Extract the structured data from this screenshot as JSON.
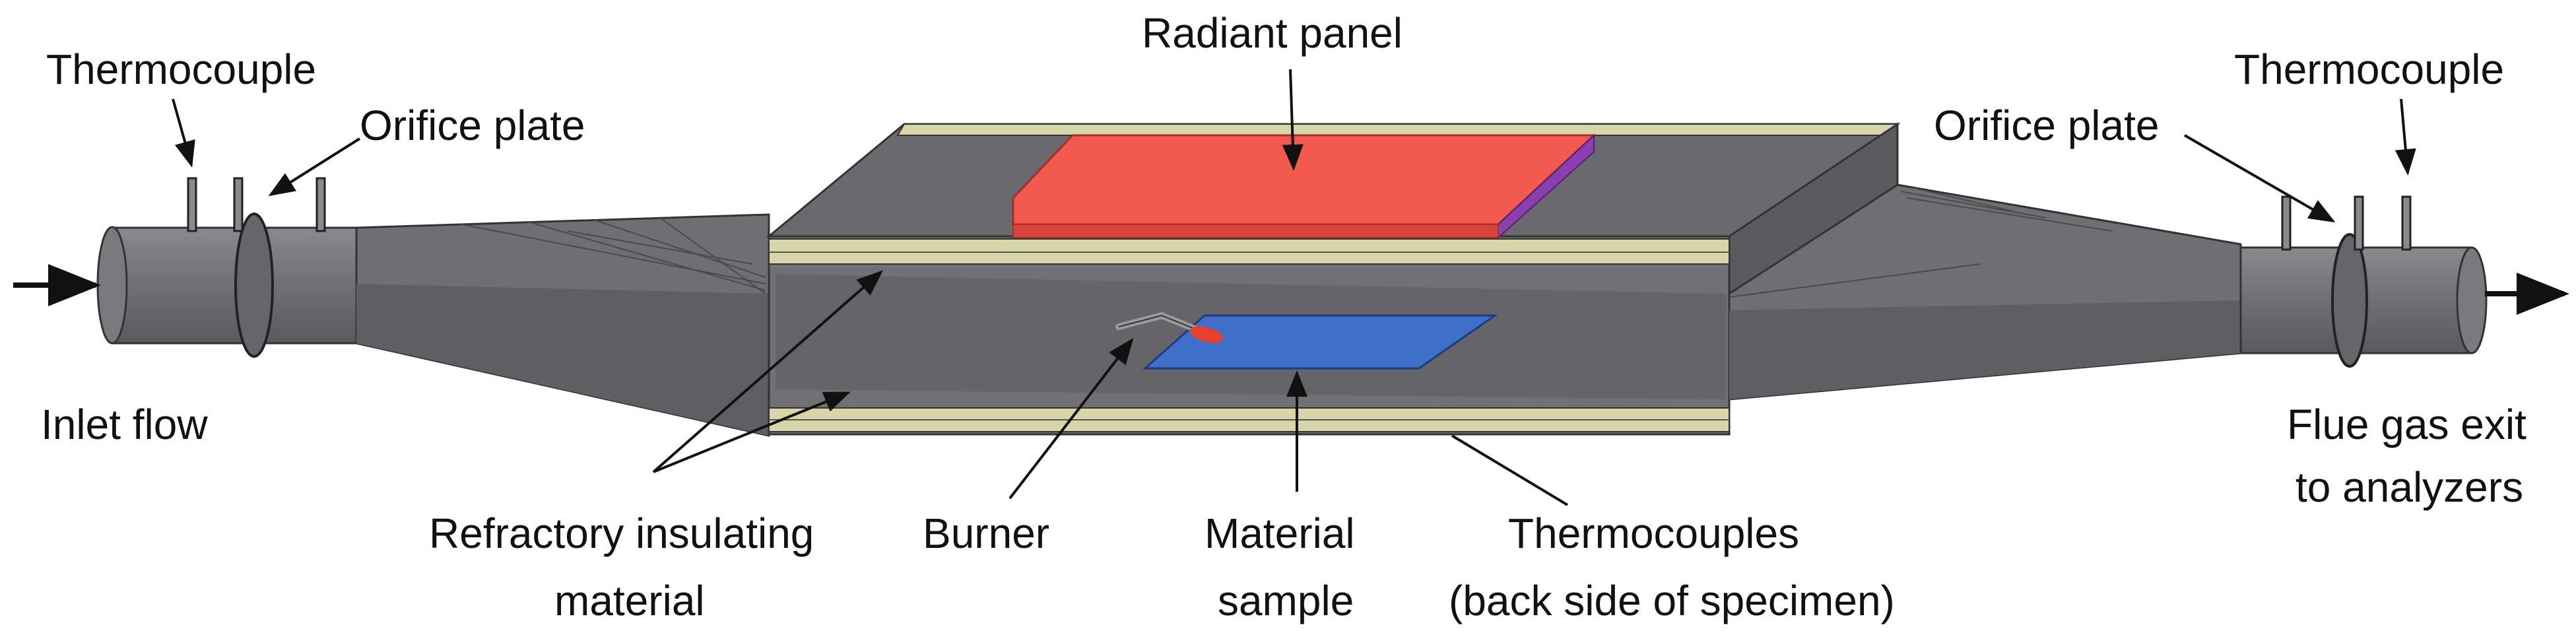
{
  "labels": {
    "thermocouple_left": "Thermocouple",
    "orifice_left": "Orifice plate",
    "radiant_panel": "Radiant panel",
    "orifice_right": "Orifice plate",
    "thermocouple_right": "Thermocouple",
    "inlet_flow": "Inlet flow",
    "flue_line1": "Flue gas exit",
    "flue_line2": "to analyzers",
    "refractory_line1": "Refractory insulating",
    "refractory_line2": "material",
    "burner": "Burner",
    "material_line1": "Material",
    "material_line2": "sample",
    "thermocouples_line1": "Thermocouples",
    "thermocouples_line2": "(back side of specimen)"
  },
  "colors": {
    "body_gray": "#6f6f73",
    "body_dark": "#57575c",
    "body_light": "#808085",
    "insulation": "#d6d6a8",
    "radiant_panel": "#f25a50",
    "radiant_panel_edge": "#8a3fb0",
    "material_sample": "#3e6fc9",
    "burner_flame": "#e8402a",
    "line": "#111111"
  }
}
